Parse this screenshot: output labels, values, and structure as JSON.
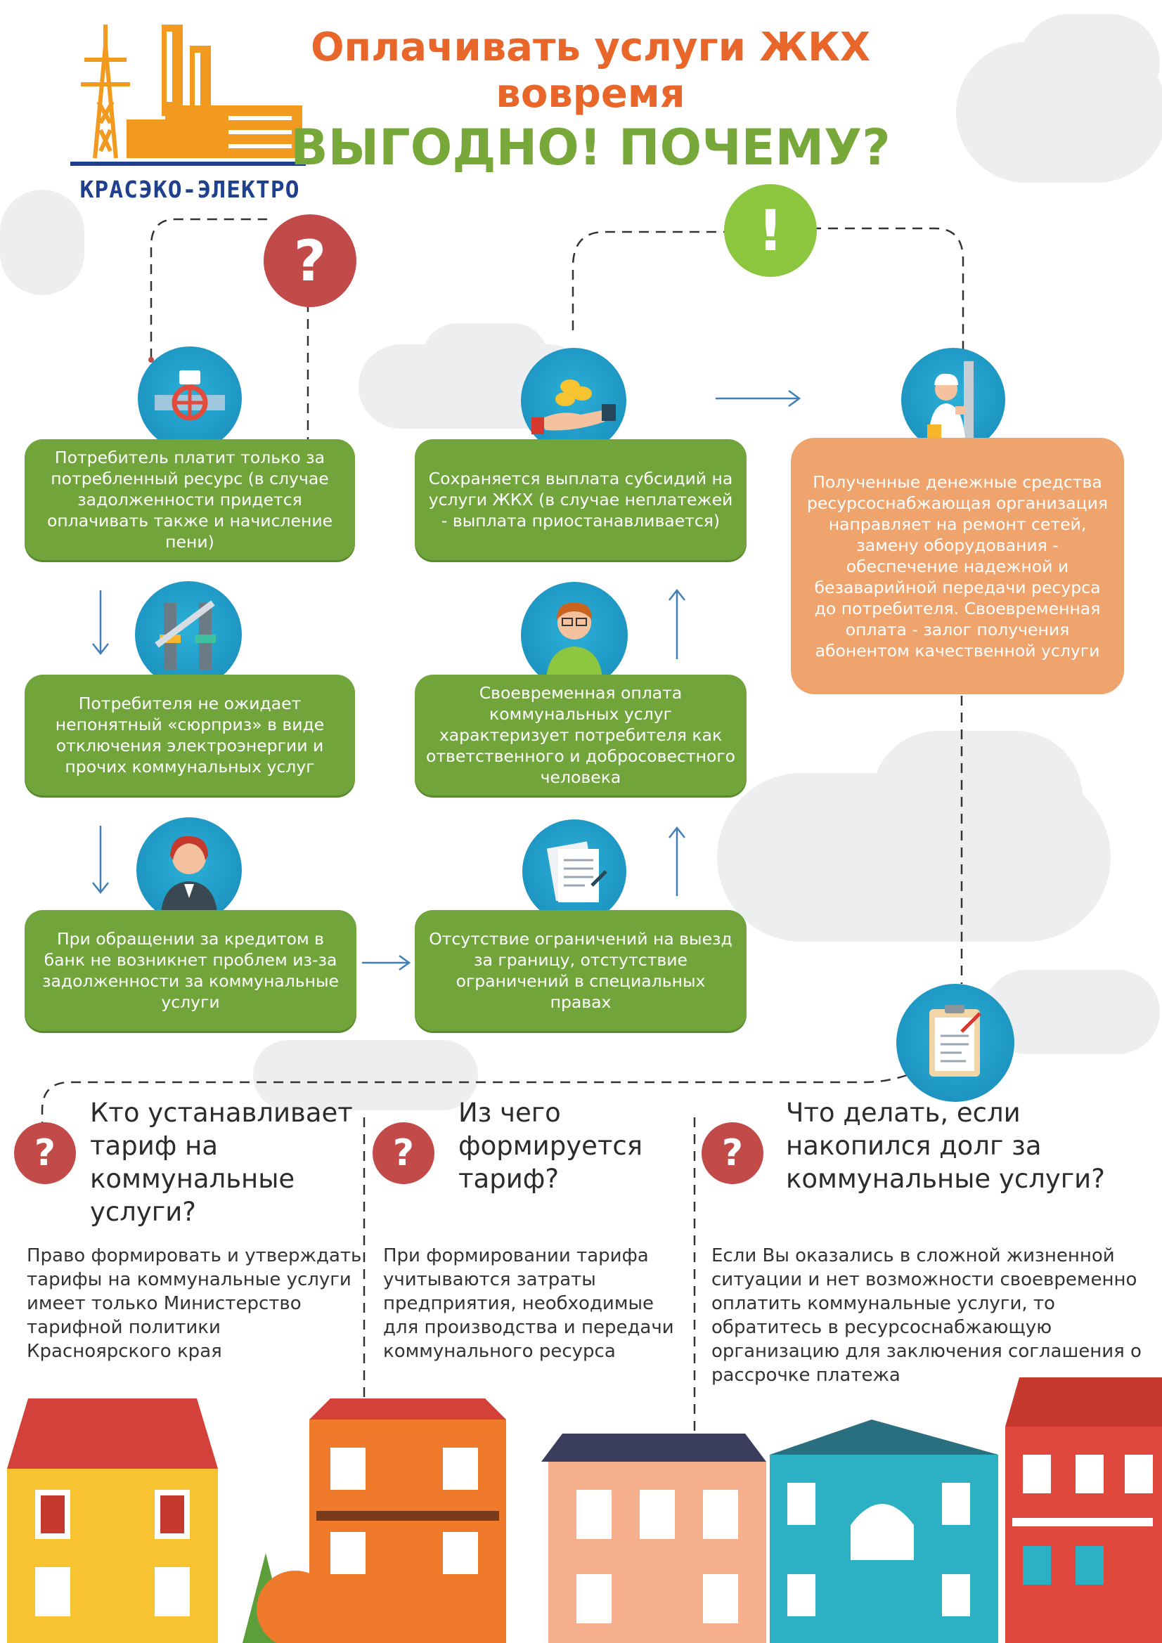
{
  "header": {
    "title_line1": "Оплачивать услуги ЖКХ",
    "title_line2": "вовремя",
    "title_line3": "ВЫГОДНО! ПОЧЕМУ?",
    "logo_text": "КРАСЭКО-ЭЛЕКТРО"
  },
  "symbols": {
    "question": "?",
    "exclamation": "!"
  },
  "left_column": [
    {
      "text": "Потребитель платит только за потребленный ресурс (в случае задолженности придется оплачивать также и начисление пени)",
      "icon": "meter-valve-icon"
    },
    {
      "text": "Потребителя не ожидает непонятный «сюрприз» в виде отключения электроэнергии и прочих коммунальных услуг",
      "icon": "pipe-wrench-icon"
    },
    {
      "text": "При обращении за кредитом в банк не возникнет проблем из-за задолженности за коммунальные услуги",
      "icon": "bank-clerk-icon"
    }
  ],
  "middle_column": [
    {
      "text": "Сохраняется выплата субсидий на услуги ЖКХ (в случае неплатежей - выплата приостанавливается)",
      "icon": "coins-hand-icon"
    },
    {
      "text": "Своевременная оплата коммунальных услуг характеризует потребителя как ответственного и добросовестного человека",
      "icon": "person-icon"
    },
    {
      "text": "Отсутствие ограничений на выезд за границу, отстутствие ограничений в специальных правах",
      "icon": "documents-icon"
    }
  ],
  "right_box": {
    "text": "Полученные денежные средства ресурсоснабжающая организация направляет на ремонт сетей, замену оборудования - обеспечение надежной и безаварийной передачи ресурса до потребителя. Своевременная оплата - залог получения абонентом качественной услуги",
    "icon": "electrician-icon"
  },
  "questions": [
    {
      "title": "Кто устанавливает тариф на коммунальные услуги?",
      "body": "Право формировать и утверждать тарифы на коммунальные услуги имеет только Министерство тарифной политики Красноярского края"
    },
    {
      "title": "Из чего формируется тариф?",
      "body": "При формировании тарифа учитываются затраты предприятия, необходимые для производства и передачи коммунального ресурса"
    },
    {
      "title": "Что делать, если накопился долг за коммунальные услуги?",
      "body": "Если Вы оказались в сложной жизненной ситуации и нет возможности своевременно оплатить коммунальные услуги, то обратитесь в ресурсоснабжающую организацию для заключения соглашения о рассрочке платежа"
    }
  ],
  "colors": {
    "orange_title": "#e8662a",
    "green_title": "#78a73a",
    "green_box": "#71a53b",
    "orange_box": "#efa36d",
    "blue_circle": "#1889b8",
    "red_circle": "#c24a48",
    "lime_circle": "#8cc63f"
  }
}
